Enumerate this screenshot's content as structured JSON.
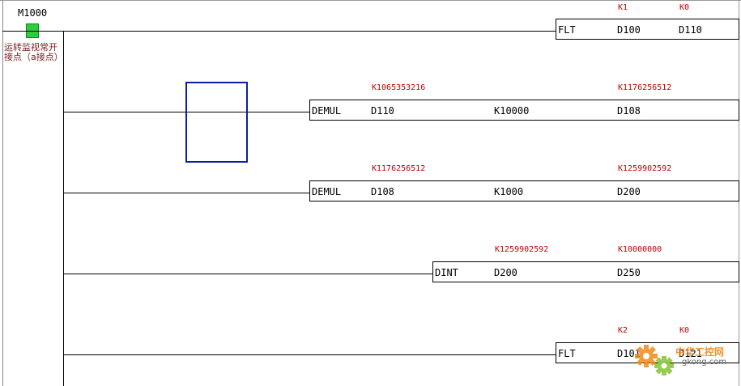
{
  "contact": {
    "label": "M1000",
    "comment": "运转监视常开接点（a接点）",
    "state_color": "#2ecc40"
  },
  "rungs": [
    {
      "mnemonic": "FLT",
      "operands": [
        "D100",
        "D110"
      ],
      "monitors": [
        "K1",
        "K0"
      ]
    },
    {
      "mnemonic": "DEMUL",
      "operands": [
        "D110",
        "K10000",
        "D108"
      ],
      "monitors": [
        "K1065353216",
        "",
        "K1176256512"
      ]
    },
    {
      "mnemonic": "DEMUL",
      "operands": [
        "D108",
        "K1000",
        "D200"
      ],
      "monitors": [
        "K1176256512",
        "",
        "K1259902592"
      ]
    },
    {
      "mnemonic": "DINT",
      "operands": [
        "D200",
        "D250"
      ],
      "monitors": [
        "K1259902592",
        "K10000000"
      ]
    },
    {
      "mnemonic": "FLT",
      "operands": [
        "D101",
        "D121"
      ],
      "monitors": [
        "K2",
        "K0"
      ]
    }
  ],
  "watermark": {
    "text": "中华工控网",
    "url": "gkong.com"
  },
  "colors": {
    "monitor": "#c00000",
    "cursor": "#0a1fa0"
  }
}
